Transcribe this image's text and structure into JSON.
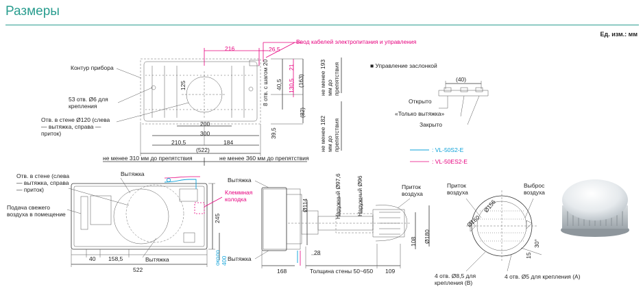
{
  "header": {
    "title": "Размеры",
    "units": "Ед. изм.: мм"
  },
  "top_view": {
    "contour_label": "Контур прибора",
    "holes_label": "53 отв. Ø6 для крепления",
    "wall_hole_label": "Отв. в стене Ø120 (слева — вытяжка, справа — приток)",
    "cable_label": "Ввод кабелей электропитания и управления",
    "dims": {
      "d216": "216",
      "d26_5": "26,5",
      "d200": "200",
      "d300": "300",
      "d210_5": "210,5",
      "d184": "184",
      "d522": "(522)",
      "d125": "125",
      "d40_5": "40,5",
      "d21": "21",
      "d130_5": "130,5",
      "d163": "(163)",
      "d8_step": "8 отв. с шагом 20",
      "d82": "(82)",
      "d39_5": "39,5"
    },
    "clearance_left": "не менее 310 мм до препятствия",
    "clearance_right": "не менее 360 мм до препятствия",
    "clearance_top": "не менее 193 мм до препятствия",
    "clearance_bottom": "не менее 182 мм до препятствия"
  },
  "damper": {
    "heading": "Управление заслонкой",
    "dim": "(40)",
    "open": "Открыто",
    "exhaust_only": "«Только вытяжка»",
    "closed": "Закрыто"
  },
  "legend": {
    "items": [
      {
        "label": ": VL-50S2-E",
        "color": "#0aa0d8"
      },
      {
        "label": ": VL-50ES2-E",
        "color": "#e6007e"
      }
    ]
  },
  "front_view": {
    "wall_hole": "Отв. в стене (слева — вытяжка, справа — приток)",
    "exhaust_top": "Вытяжка",
    "fresh_air": "Подача свежего воздуха в помещение",
    "exhaust_bottom": "Вытяжка",
    "terminal": "Клеммная колодка",
    "dims": {
      "d40": "40",
      "d158_5": "158,5",
      "d522": "522",
      "d245": "245",
      "approx400": "около 400"
    }
  },
  "side_view": {
    "exhaust_top": "Вытяжка",
    "exhaust_bottom": "Вытяжка",
    "outer97": "Наружный Ø97,6",
    "outer96": "Наружный Ø96",
    "supply": "Приток воздуха",
    "dims": {
      "d114": "Ø114",
      "d28": "28",
      "d168": "168",
      "wall": "Толщина стены 50~650",
      "d109": "109",
      "d108": "108",
      "d180": "Ø180"
    }
  },
  "hood_view": {
    "supply": "Приток воздуха",
    "exhaust": "Выброс воздуха",
    "d160": "Ø160",
    "d156": "Ø156",
    "d15": "15",
    "d30": "30°",
    "holes_b": "4 отв. Ø8,5 для крепления (B)",
    "holes_a": "4 отв. Ø5 для крепления (A)"
  }
}
